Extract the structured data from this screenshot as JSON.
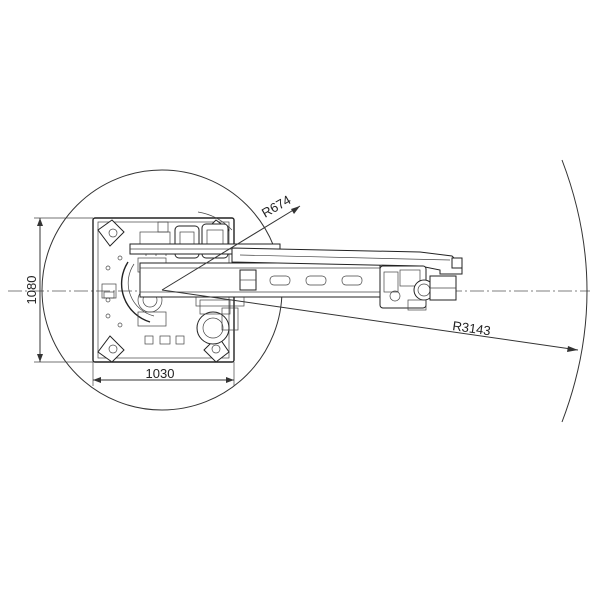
{
  "dimensions": {
    "height_label": "1080",
    "width_label": "1030",
    "inner_radius_label": "R674",
    "reach_radius_label": "R3143"
  }
}
